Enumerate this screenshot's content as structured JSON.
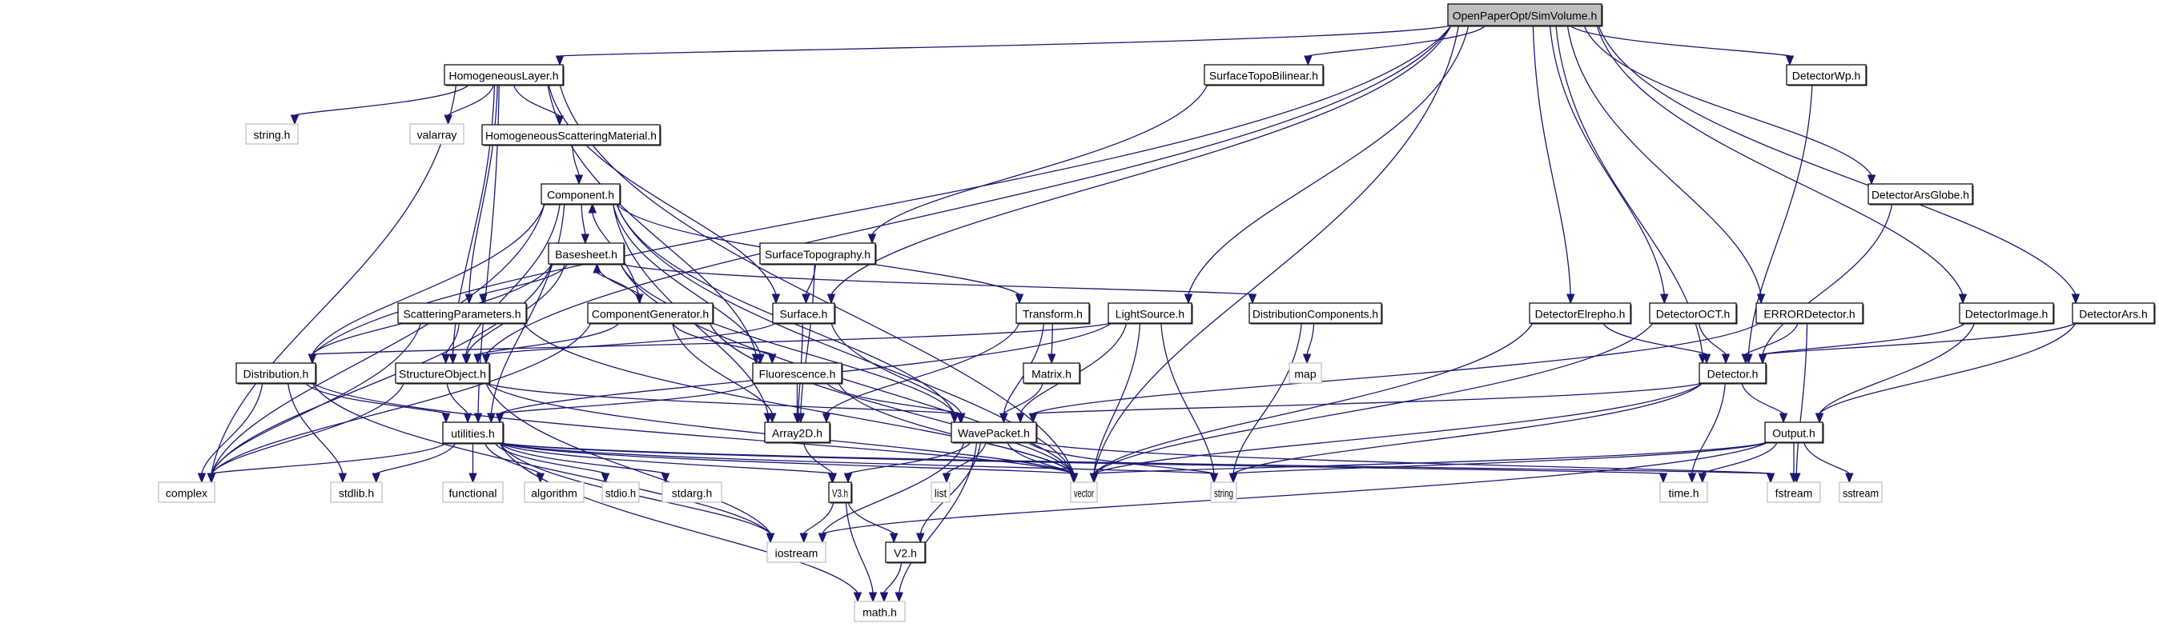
{
  "title": "OpenPaperOpt/SimVolume.h",
  "colors": {
    "edge": "#191970",
    "root_fill": "#bfbfbf",
    "system_border": "#bfbfbf",
    "local_border": "#000000"
  },
  "nodes": [
    {
      "id": "simvolume",
      "label": "OpenPaperOpt/SimVolume.h",
      "kind": "main"
    },
    {
      "id": "homogeneouslayer",
      "label": "HomogeneousLayer.h",
      "kind": "local"
    },
    {
      "id": "surfacetopobilinear",
      "label": "SurfaceTopoBilinear.h",
      "kind": "local"
    },
    {
      "id": "detectorwp",
      "label": "DetectorWp.h",
      "kind": "local"
    },
    {
      "id": "stringh",
      "label": "string.h",
      "kind": "system"
    },
    {
      "id": "valarray",
      "label": "valarray",
      "kind": "system"
    },
    {
      "id": "hsm",
      "label": "HomogeneousScatteringMaterial.h",
      "kind": "local"
    },
    {
      "id": "component",
      "label": "Component.h",
      "kind": "local"
    },
    {
      "id": "detectorarsglobe",
      "label": "DetectorArsGlobe.h",
      "kind": "local"
    },
    {
      "id": "basesheet",
      "label": "Basesheet.h",
      "kind": "local"
    },
    {
      "id": "surfacetopography",
      "label": "SurfaceTopography.h",
      "kind": "local"
    },
    {
      "id": "scatteringparameters",
      "label": "ScatteringParameters.h",
      "kind": "local"
    },
    {
      "id": "componentgenerator",
      "label": "ComponentGenerator.h",
      "kind": "local"
    },
    {
      "id": "surface",
      "label": "Surface.h",
      "kind": "local"
    },
    {
      "id": "transform",
      "label": "Transform.h",
      "kind": "local"
    },
    {
      "id": "lightsource",
      "label": "LightSource.h",
      "kind": "local"
    },
    {
      "id": "distributioncomponents",
      "label": "DistributionComponents.h",
      "kind": "local"
    },
    {
      "id": "detectorelrepho",
      "label": "DetectorElrepho.h",
      "kind": "local"
    },
    {
      "id": "detectoroct",
      "label": "DetectorOCT.h",
      "kind": "local"
    },
    {
      "id": "errordetector",
      "label": "ERRORDetector.h",
      "kind": "local"
    },
    {
      "id": "detectorimage",
      "label": "DetectorImage.h",
      "kind": "local"
    },
    {
      "id": "detectorars",
      "label": "DetectorArs.h",
      "kind": "local"
    },
    {
      "id": "distribution",
      "label": "Distribution.h",
      "kind": "local"
    },
    {
      "id": "structureobject",
      "label": "StructureObject.h",
      "kind": "local"
    },
    {
      "id": "fluorescence",
      "label": "Fluorescence.h",
      "kind": "local"
    },
    {
      "id": "matrix",
      "label": "Matrix.h",
      "kind": "local"
    },
    {
      "id": "map",
      "label": "map",
      "kind": "system"
    },
    {
      "id": "detector",
      "label": "Detector.h",
      "kind": "local"
    },
    {
      "id": "utilities",
      "label": "utilities.h",
      "kind": "local"
    },
    {
      "id": "array2d",
      "label": "Array2D.h",
      "kind": "local"
    },
    {
      "id": "wavepacket",
      "label": "WavePacket.h",
      "kind": "local"
    },
    {
      "id": "output",
      "label": "Output.h",
      "kind": "local"
    },
    {
      "id": "complex",
      "label": "complex",
      "kind": "system"
    },
    {
      "id": "stdlib",
      "label": "stdlib.h",
      "kind": "system"
    },
    {
      "id": "functional",
      "label": "functional",
      "kind": "system"
    },
    {
      "id": "algorithm",
      "label": "algorithm",
      "kind": "system"
    },
    {
      "id": "stdio",
      "label": "stdio.h",
      "kind": "system"
    },
    {
      "id": "stdarg",
      "label": "stdarg.h",
      "kind": "system"
    },
    {
      "id": "v3",
      "label": "V3.h",
      "kind": "local"
    },
    {
      "id": "list",
      "label": "list",
      "kind": "system"
    },
    {
      "id": "vector",
      "label": "vector",
      "kind": "system"
    },
    {
      "id": "string",
      "label": "string",
      "kind": "system"
    },
    {
      "id": "timeh",
      "label": "time.h",
      "kind": "system"
    },
    {
      "id": "fstream",
      "label": "fstream",
      "kind": "system"
    },
    {
      "id": "sstream",
      "label": "sstream",
      "kind": "system"
    },
    {
      "id": "iostream",
      "label": "iostream",
      "kind": "system"
    },
    {
      "id": "v2",
      "label": "V2.h",
      "kind": "local"
    },
    {
      "id": "math",
      "label": "math.h",
      "kind": "system"
    }
  ],
  "edges": [
    [
      "simvolume",
      "homogeneouslayer"
    ],
    [
      "simvolume",
      "surfacetopobilinear"
    ],
    [
      "simvolume",
      "detectorwp"
    ],
    [
      "simvolume",
      "detectorarsglobe"
    ],
    [
      "simvolume",
      "detectorimage"
    ],
    [
      "simvolume",
      "detectorars"
    ],
    [
      "simvolume",
      "detectorelrepho"
    ],
    [
      "simvolume",
      "detectoroct"
    ],
    [
      "simvolume",
      "errordetector"
    ],
    [
      "simvolume",
      "lightsource"
    ],
    [
      "simvolume",
      "vector"
    ],
    [
      "simvolume",
      "distribution"
    ],
    [
      "simvolume",
      "structureobject"
    ],
    [
      "simvolume",
      "surface"
    ],
    [
      "simvolume",
      "detector"
    ],
    [
      "homogeneouslayer",
      "stringh"
    ],
    [
      "homogeneouslayer",
      "valarray"
    ],
    [
      "homogeneouslayer",
      "hsm"
    ],
    [
      "homogeneouslayer",
      "complex"
    ],
    [
      "homogeneouslayer",
      "scatteringparameters"
    ],
    [
      "homogeneouslayer",
      "structureobject"
    ],
    [
      "homogeneouslayer",
      "utilities"
    ],
    [
      "homogeneouslayer",
      "surface"
    ],
    [
      "homogeneouslayer",
      "fluorescence"
    ],
    [
      "homogeneouslayer",
      "vector"
    ],
    [
      "hsm",
      "component"
    ],
    [
      "component",
      "basesheet"
    ],
    [
      "component",
      "complex"
    ],
    [
      "component",
      "distribution"
    ],
    [
      "component",
      "structureobject"
    ],
    [
      "component",
      "utilities"
    ],
    [
      "component",
      "transform"
    ],
    [
      "component",
      "wavepacket"
    ],
    [
      "component",
      "vector"
    ],
    [
      "component",
      "fluorescence"
    ],
    [
      "component",
      "array2d"
    ],
    [
      "surfacetopobilinear",
      "surfacetopography"
    ],
    [
      "surfacetopography",
      "surface"
    ],
    [
      "surfacetopography",
      "array2d"
    ],
    [
      "basesheet",
      "scatteringparameters"
    ],
    [
      "basesheet",
      "componentgenerator"
    ],
    [
      "basesheet",
      "structureobject"
    ],
    [
      "basesheet",
      "distribution"
    ],
    [
      "basesheet",
      "complex"
    ],
    [
      "basesheet",
      "distributioncomponents"
    ],
    [
      "basesheet",
      "wavepacket"
    ],
    [
      "basesheet",
      "vector"
    ],
    [
      "componentgenerator",
      "basesheet"
    ],
    [
      "componentgenerator",
      "component"
    ],
    [
      "componentgenerator",
      "structureobject"
    ],
    [
      "componentgenerator",
      "fluorescence"
    ],
    [
      "componentgenerator",
      "array2d"
    ],
    [
      "componentgenerator",
      "complex"
    ],
    [
      "componentgenerator",
      "vector"
    ],
    [
      "scatteringparameters",
      "structureobject"
    ],
    [
      "scatteringparameters",
      "complex"
    ],
    [
      "scatteringparameters",
      "vector"
    ],
    [
      "surface",
      "structureobject"
    ],
    [
      "surface",
      "wavepacket"
    ],
    [
      "surface",
      "array2d"
    ],
    [
      "transform",
      "matrix"
    ],
    [
      "transform",
      "wavepacket"
    ],
    [
      "transform",
      "array2d"
    ],
    [
      "matrix",
      "wavepacket"
    ],
    [
      "lightsource",
      "wavepacket"
    ],
    [
      "lightsource",
      "vector"
    ],
    [
      "lightsource",
      "string"
    ],
    [
      "lightsource",
      "distribution"
    ],
    [
      "lightsource",
      "utilities"
    ],
    [
      "distributioncomponents",
      "map"
    ],
    [
      "distributioncomponents",
      "string"
    ],
    [
      "detectorwp",
      "detector"
    ],
    [
      "detectorarsglobe",
      "detector"
    ],
    [
      "detectorelrepho",
      "detector"
    ],
    [
      "detectorelrepho",
      "vector"
    ],
    [
      "detectoroct",
      "detector"
    ],
    [
      "detectoroct",
      "vector"
    ],
    [
      "errordetector",
      "detector"
    ],
    [
      "errordetector",
      "wavepacket"
    ],
    [
      "errordetector",
      "fstream"
    ],
    [
      "detectorimage",
      "detector"
    ],
    [
      "detectorimage",
      "output"
    ],
    [
      "detectorars",
      "detector"
    ],
    [
      "detectorars",
      "output"
    ],
    [
      "detector",
      "output"
    ],
    [
      "detector",
      "wavepacket"
    ],
    [
      "detector",
      "vector"
    ],
    [
      "detector",
      "string"
    ],
    [
      "detector",
      "timeh"
    ],
    [
      "output",
      "vector"
    ],
    [
      "output",
      "string"
    ],
    [
      "output",
      "timeh"
    ],
    [
      "output",
      "fstream"
    ],
    [
      "output",
      "sstream"
    ],
    [
      "output",
      "iostream"
    ],
    [
      "distribution",
      "complex"
    ],
    [
      "distribution",
      "stdlib"
    ],
    [
      "distribution",
      "utilities"
    ],
    [
      "distribution",
      "iostream"
    ],
    [
      "distribution",
      "vector"
    ],
    [
      "structureobject",
      "utilities"
    ],
    [
      "structureobject",
      "complex"
    ],
    [
      "structureobject",
      "wavepacket"
    ],
    [
      "structureobject",
      "vector"
    ],
    [
      "structureobject",
      "iostream"
    ],
    [
      "fluorescence",
      "utilities"
    ],
    [
      "fluorescence",
      "array2d"
    ],
    [
      "fluorescence",
      "wavepacket"
    ],
    [
      "fluorescence",
      "vector"
    ],
    [
      "utilities",
      "complex"
    ],
    [
      "utilities",
      "stdlib"
    ],
    [
      "utilities",
      "functional"
    ],
    [
      "utilities",
      "algorithm"
    ],
    [
      "utilities",
      "stdio"
    ],
    [
      "utilities",
      "stdarg"
    ],
    [
      "utilities",
      "v3"
    ],
    [
      "utilities",
      "iostream"
    ],
    [
      "utilities",
      "math"
    ],
    [
      "utilities",
      "vector"
    ],
    [
      "utilities",
      "string"
    ],
    [
      "utilities",
      "timeh"
    ],
    [
      "utilities",
      "fstream"
    ],
    [
      "array2d",
      "v3"
    ],
    [
      "wavepacket",
      "list"
    ],
    [
      "wavepacket",
      "vector"
    ],
    [
      "wavepacket",
      "v3"
    ],
    [
      "wavepacket",
      "v2"
    ],
    [
      "wavepacket",
      "math"
    ],
    [
      "wavepacket",
      "iostream"
    ],
    [
      "wavepacket",
      "string"
    ],
    [
      "wavepacket",
      "fstream"
    ],
    [
      "v3",
      "iostream"
    ],
    [
      "v3",
      "math"
    ],
    [
      "v3",
      "v2"
    ],
    [
      "v2",
      "math"
    ]
  ]
}
